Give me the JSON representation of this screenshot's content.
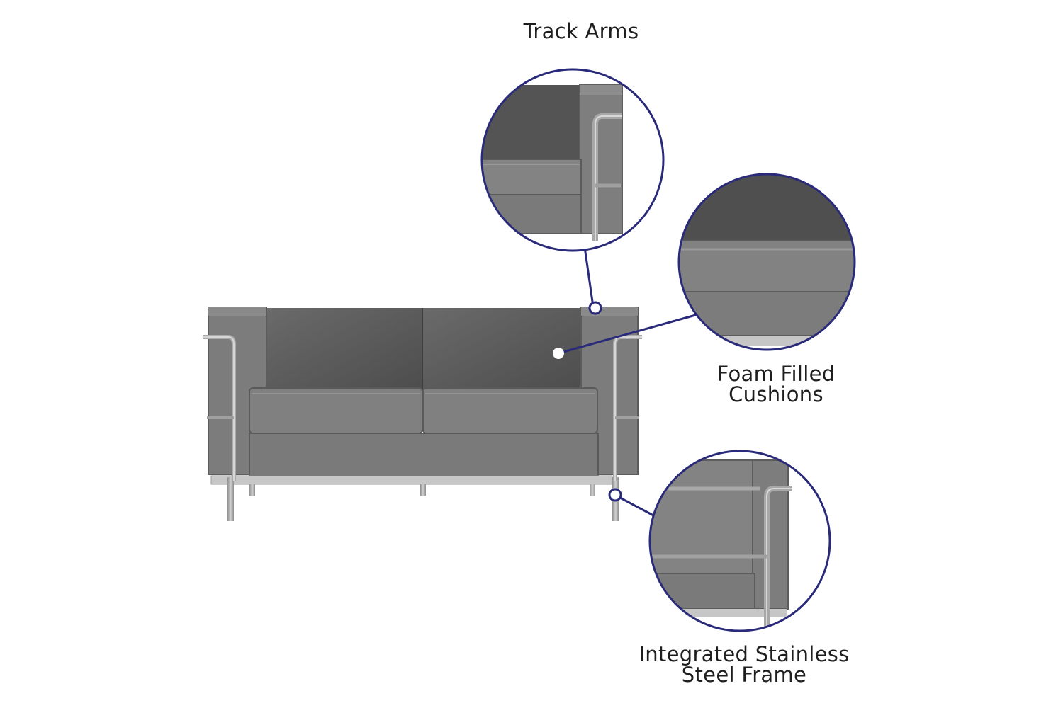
{
  "callouts": {
    "track_arms": {
      "line1": "Track Arms"
    },
    "foam_cushions": {
      "line1": "Foam Filled",
      "line2": "Cushions"
    },
    "steel_frame": {
      "line1": "Integrated Stainless",
      "line2": "Steel Frame"
    }
  },
  "colors": {
    "callout_ring": "#2a2a7a",
    "upholstery": "#7d7d7d",
    "upholstery_dark": "#555555",
    "frame": "#b5b5b5"
  }
}
